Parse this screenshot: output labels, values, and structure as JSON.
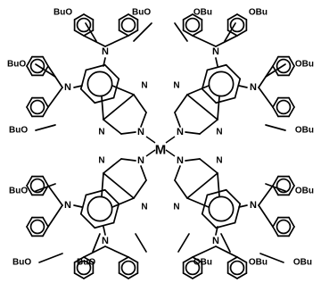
{
  "molecule": {
    "center_metal": "M",
    "nitrogen": "N",
    "substituent": "BuO",
    "substituent_right": "OBu"
  },
  "colors": {
    "ink": "#000000",
    "background": "#ffffff"
  }
}
